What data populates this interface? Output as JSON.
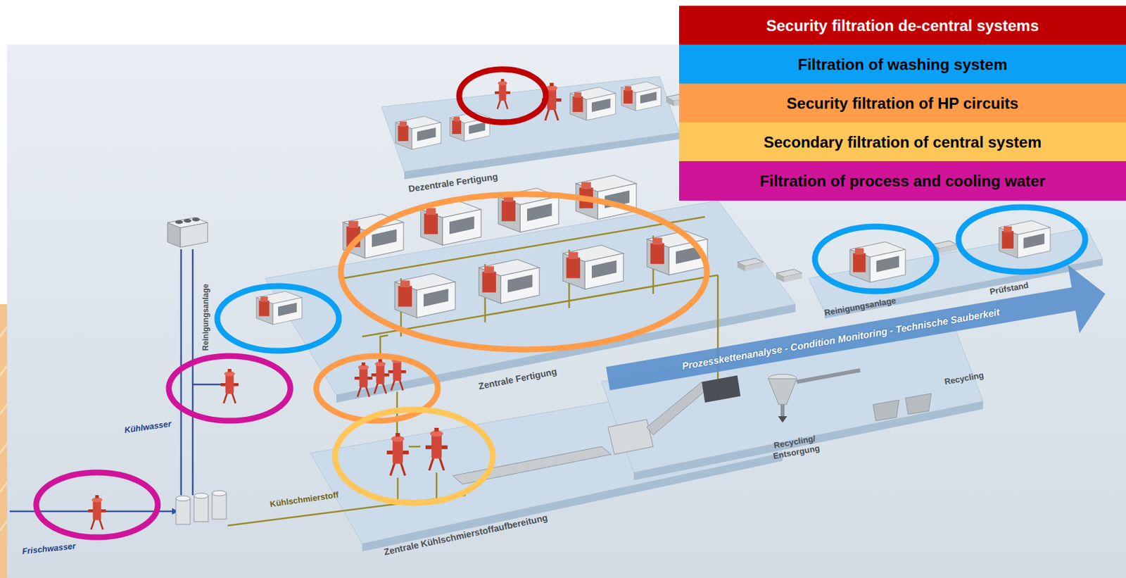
{
  "diagram": {
    "labels": [
      "Dezentrale Fertigung",
      "Reinigungsanlage",
      "Kühlwasser",
      "Frischwasser",
      "Kühlschmierstoff",
      "Zentrale Fertigung",
      "Zentrale Kühlschmierstoffaufbereitung",
      "Reinigungsanlage",
      "Prüfstand",
      "Prozesskettenanalyse - Condition Monitoring - Technische Sauberkeit",
      "Recycling/ Entsorgung",
      "Recycling"
    ],
    "legend": [
      {
        "text": "Security filtration de-central systems",
        "color": "#C00000"
      },
      {
        "text": "Filtration of washing system",
        "color": "#0AA0F5"
      },
      {
        "text": "Security filtration of HP circuits",
        "color": "#FF9C4A"
      },
      {
        "text": "Secondary filtration of central system",
        "color": "#FFC65A"
      },
      {
        "text": "Filtration of process and cooling water",
        "color": "#D0149A"
      }
    ]
  }
}
